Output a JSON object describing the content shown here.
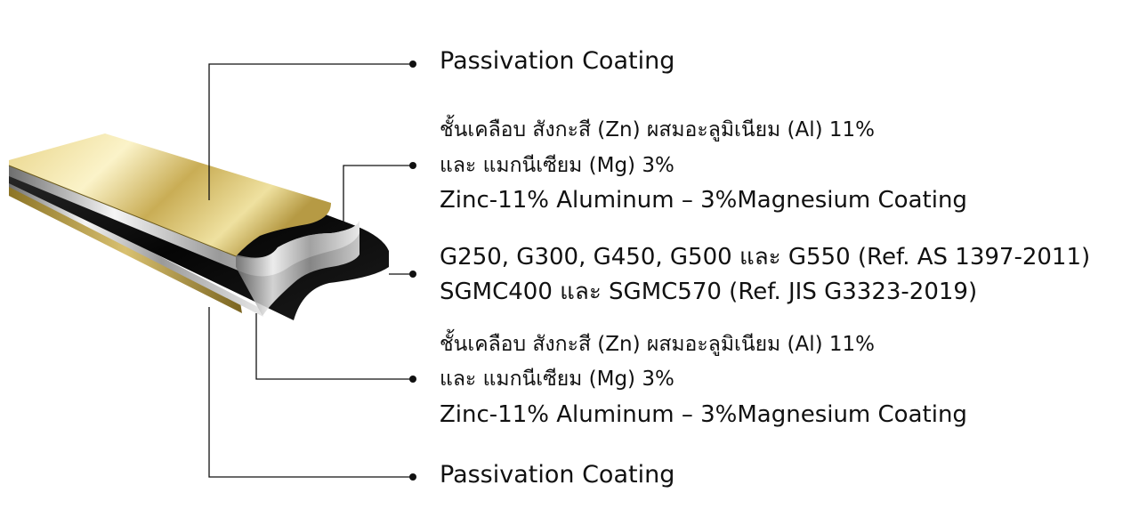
{
  "labels": {
    "top_passivation": "Passivation Coating",
    "top_coating_thai_1": "ชั้นเคลือบ สังกะสี (Zn) ผสมอะลูมิเนียม (Al) 11%",
    "top_coating_thai_2": "และ แมกนีเซียม (Mg) 3%",
    "top_coating_en": "Zinc-11% Aluminum – 3%Magnesium Coating",
    "base_steel_1": "G250, G300, G450, G500 และ G550 (Ref. AS 1397-2011)",
    "base_steel_2": "SGMC400 และ SGMC570 (Ref. JIS G3323-2019)",
    "bottom_coating_thai_1": "ชั้นเคลือบ สังกะสี (Zn) ผสมอะลูมิเนียม (Al) 11%",
    "bottom_coating_thai_2": "และ แมกนีเซียม (Mg) 3%",
    "bottom_coating_en": "Zinc-11% Aluminum – 3%Magnesium Coating",
    "bottom_passivation": "Passivation Coating"
  },
  "colors": {
    "gold_light": "#f3e6a8",
    "gold_mid": "#c9ad55",
    "gold_dark": "#8c7426",
    "silver_light": "#f2f2f2",
    "silver_dark": "#8a8a8a",
    "steel_black": "#0d0d0d",
    "leader_line": "#111111"
  }
}
